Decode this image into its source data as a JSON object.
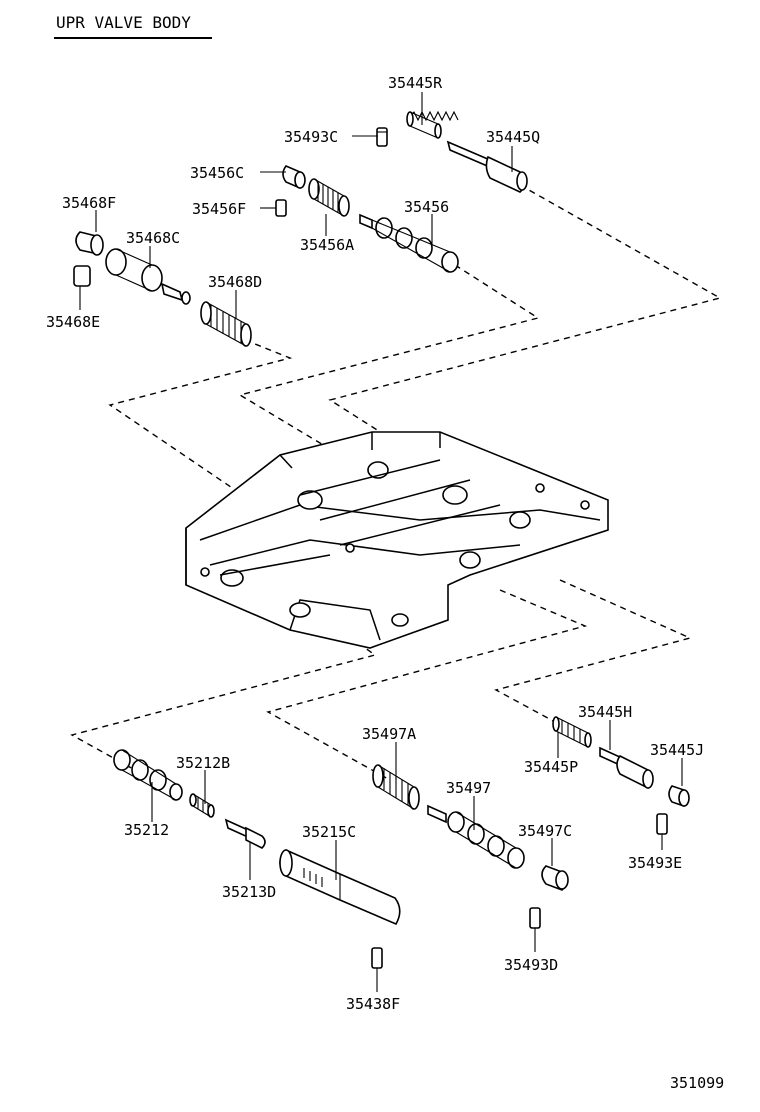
{
  "title": "UPR VALVE BODY",
  "figure_number": "351099",
  "part_labels": {
    "p35445R": "35445R",
    "p35493C": "35493C",
    "p35445Q": "35445Q",
    "p35456C": "35456C",
    "p35456F": "35456F",
    "p35456": "35456",
    "p35456A": "35456A",
    "p35468F": "35468F",
    "p35468C": "35468C",
    "p35468D": "35468D",
    "p35468E": "35468E",
    "p35497A": "35497A",
    "p35445H": "35445H",
    "p35445J": "35445J",
    "p35445P": "35445P",
    "p35212B": "35212B",
    "p35497": "35497",
    "p35497C": "35497C",
    "p35212": "35212",
    "p35215C": "35215C",
    "p35493E": "35493E",
    "p35213D": "35213D",
    "p35493D": "35493D",
    "p35438F": "35438F"
  }
}
